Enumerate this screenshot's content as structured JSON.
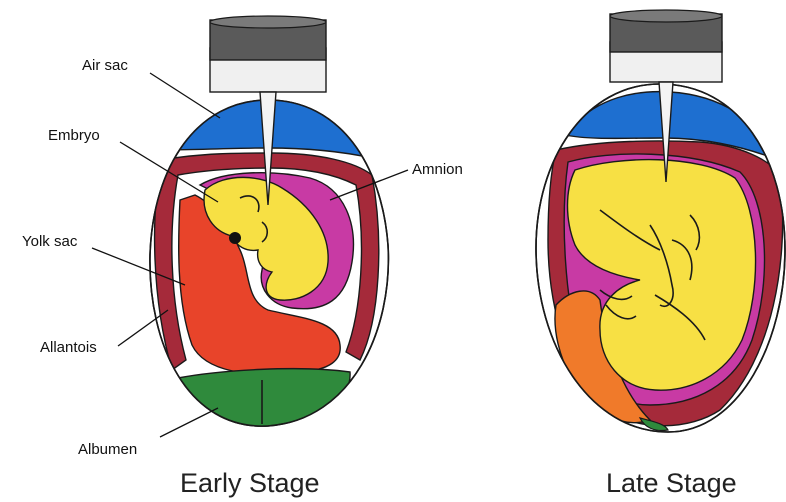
{
  "labels": {
    "air_sac": "Air sac",
    "embryo": "Embryo",
    "amnion": "Amnion",
    "yolk_sac": "Yolk sac",
    "allantois": "Allantois",
    "albumen": "Albumen"
  },
  "captions": {
    "early": "Early Stage",
    "late": "Late Stage"
  },
  "colors": {
    "air_sac": "#1e6fd0",
    "allantois": "#a52a3a",
    "amnion": "#c83aa4",
    "embryo": "#f7e044",
    "yolk_sac": "#e8442a",
    "albumen": "#2f8a3c",
    "late_yolk": "#f07a2a",
    "probe_cap": "#5a5a5a",
    "probe_body": "#f0f0f0"
  }
}
